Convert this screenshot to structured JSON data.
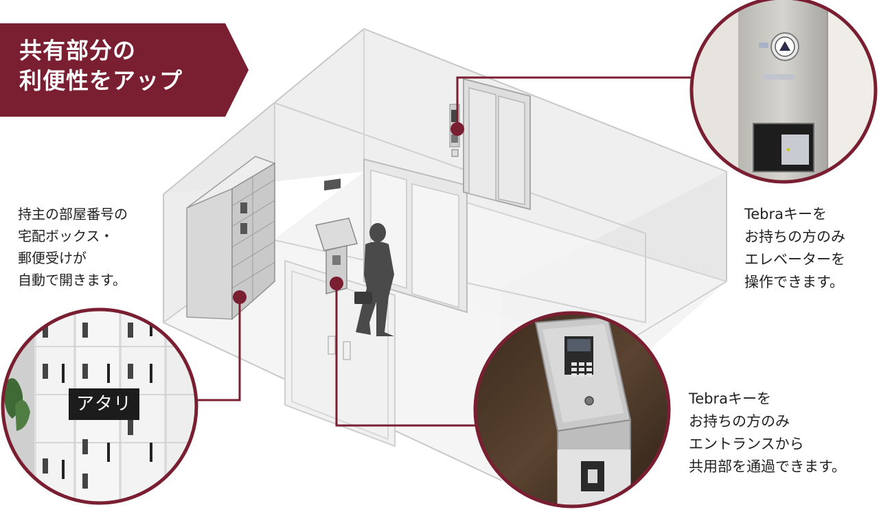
{
  "banner": {
    "line1": "共有部分の",
    "line2": "利便性をアップ"
  },
  "descriptions": {
    "delivery_box": [
      "持主の部屋番号の",
      "宅配ボックス・",
      "郵便受けが",
      "自動で開きます。"
    ],
    "elevator": [
      "Tebraキーを",
      "お持ちの方のみ",
      "エレベーターを",
      "操作できます。"
    ],
    "entrance": [
      "Tebraキーを",
      "お持ちの方のみ",
      "エントランスから",
      "共用部を通過できます。"
    ]
  },
  "delivery_box_tag": "アタリ",
  "colors": {
    "accent": "#7a1e32",
    "room_wall": "#e6e6e6",
    "room_edge": "#c8c8c8",
    "text": "#222222"
  },
  "icons": [
    "person-icon",
    "briefcase-icon",
    "elevator-button-icon",
    "card-reader-icon"
  ]
}
